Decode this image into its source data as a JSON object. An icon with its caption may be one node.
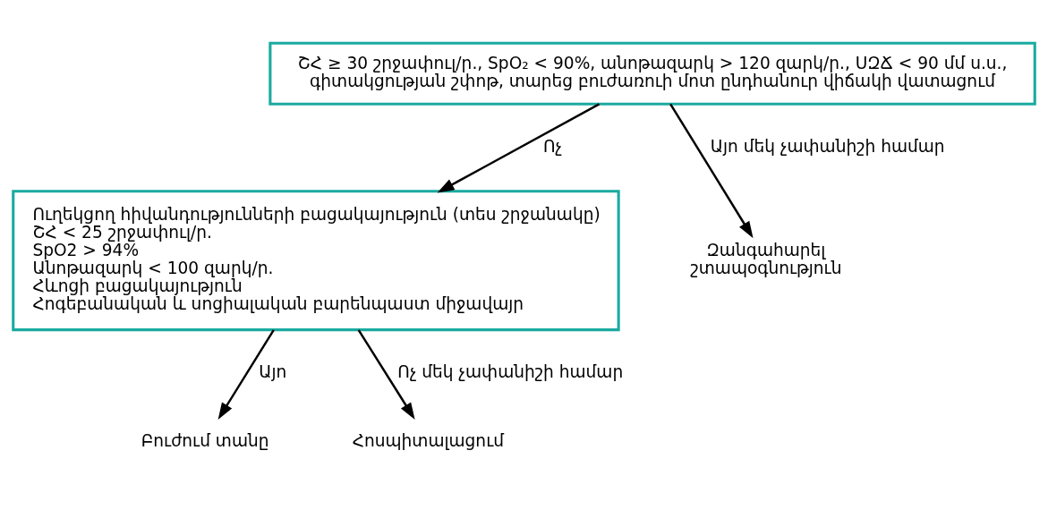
{
  "diagram": {
    "nodes": [
      {
        "text": [
          "ՇՀ ≥ 30 շրջափուլ/ր., SpO₂ < 90%, անոթազարկ > 120 զարկ/ր., ՍԶՃ < 90 մմ ս.ս., գիտակցության շփոթ, տարեց բուժառուի մոտ ընդհանուր վիճակի վատացում"
        ]
      },
      {
        "text": [
          "Ուղեկցող հիվանդությունների բացակայություն (տես շրջանակը)",
          "ՇՀ < 25 շրջափուլ/ր.",
          "SpO2 > 94%",
          "Անոթազարկ < 100 զարկ/ր.",
          "Հևոցի բացակայություն",
          "Հոգեբանական և սոցիալական բարենպաստ միջավայր"
        ]
      },
      {
        "text": [
          "Բուժում տանը"
        ]
      },
      {
        "text": [
          "Հոսպիտալացում"
        ]
      },
      {
        "text": [
          "Զանգահարել շտապօգնություն"
        ]
      }
    ],
    "edges": [
      {
        "from": 0,
        "to": 1,
        "arrow": "to",
        "label": "Ոչ"
      },
      {
        "from": 0,
        "to": 4,
        "arrow": "to",
        "label": "Այո մեկ չափանիշի համար"
      },
      {
        "from": 1,
        "to": 2,
        "arrow": "to",
        "label": "Այո"
      },
      {
        "from": 1,
        "to": 3,
        "arrow": "to",
        "label": "Ոչ մեկ չափանիշի համար"
      }
    ]
  }
}
